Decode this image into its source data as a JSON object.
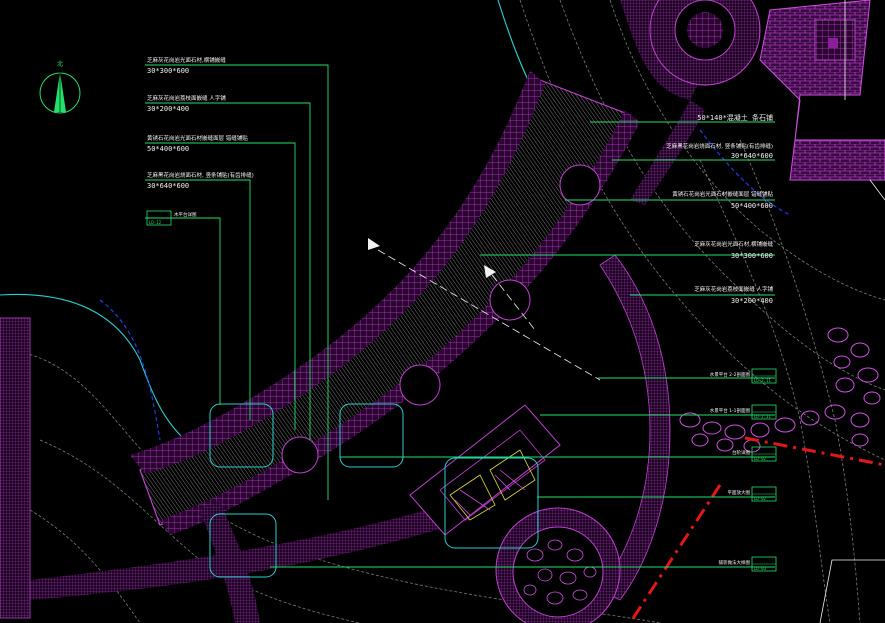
{
  "colors": {
    "background": "#000000",
    "paving": "#c040d0",
    "paving_fill": "#8a1f9a",
    "leader": "#22e06a",
    "callout": "#f2f2f2",
    "contour": "#7a7a7a",
    "cyan": "#28d0d0",
    "axis_red": "#e01818",
    "blue": "#2040ff"
  },
  "north_arrow": {
    "label": "北"
  },
  "left_labels": [
    {
      "text": "芝麻灰花岗岩光面石材,横铺嵌缝",
      "dim": "30*300*600"
    },
    {
      "text": "芝麻灰花岗岩荔枝面嵌缝 人字铺",
      "dim": "30*200*400"
    },
    {
      "text": "黄锈石花岗岩光面石材嵌缝面层 错缝铺贴",
      "dim": "50*400*600"
    },
    {
      "text": "芝麻黑花岗岩烧面石材, 竖条铺贴(有齿排缝)",
      "dim": "30*640*600"
    }
  ],
  "left_tag": {
    "text": "木平台详图",
    "ref": "LD-12"
  },
  "right_labels": [
    {
      "text": "",
      "dim": "50*140*混凝土 条石铺"
    },
    {
      "text": "芝麻黑花岗岩烧面石材, 竖条铺贴(有齿排缝)",
      "dim": "30*640*600"
    },
    {
      "text": "黄锈石花岗岩光面石材嵌缝面层 错缝铺贴",
      "dim": "50*400*600"
    },
    {
      "text": "芝麻灰花岗岩光面石材,横铺嵌缝",
      "dim": "30*300*600"
    },
    {
      "text": "芝麻灰花岗岩荔枝面嵌缝 人字铺",
      "dim": "30*200*400"
    }
  ],
  "right_tags": [
    {
      "text": "水景平台 2-2剖面图",
      "ref": "LD-2.11"
    },
    {
      "text": "水景平台 1-1剖面图",
      "ref": "LD-2.11"
    },
    {
      "text": "台阶详图",
      "ref": "LD-02"
    },
    {
      "text": "平面放大图",
      "ref": "LD-02"
    },
    {
      "text": "铺装做法大样图",
      "ref": "LD-03"
    }
  ]
}
